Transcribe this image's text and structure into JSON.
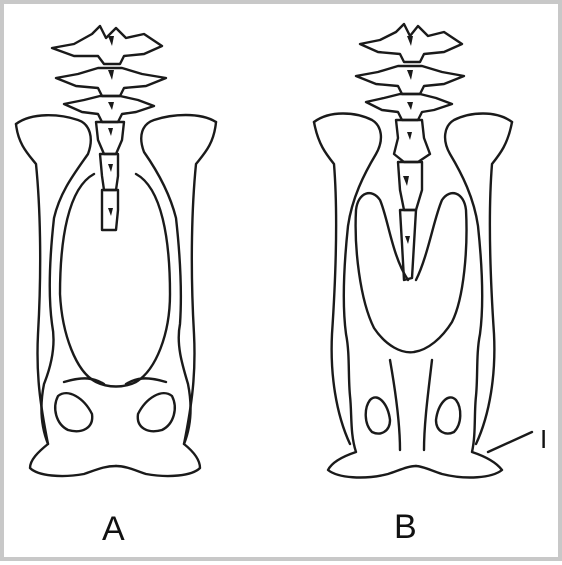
{
  "figure": {
    "labels": {
      "a": "A",
      "b": "B",
      "pointer": "I"
    },
    "colors": {
      "ink": "#1a1a1a",
      "frame": "#c8c8c8",
      "background": "#ffffff"
    }
  }
}
